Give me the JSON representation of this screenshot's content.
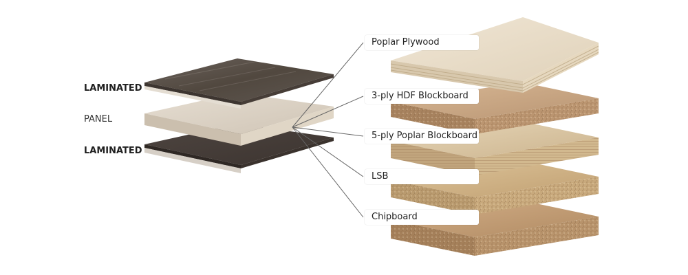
{
  "left_labels": {
    "top": "LAMINATED",
    "middle": "PANEL",
    "bottom": "LAMINATED"
  },
  "right_labels": [
    "Poplar Plywood",
    "3-ply HDF Blockboard",
    "5-ply Poplar Blockboard",
    "LSB",
    "Chipboard"
  ],
  "colors": {
    "laminate_dark": "#5a504b",
    "panel_light": "#dcd3c5",
    "plywood": "#e9ddc9",
    "hdf": "#c7a583",
    "blockboard": "#d8c4a2",
    "lsb": "#cdb184",
    "chipboard": "#c09b73",
    "leader_line": "#555555"
  }
}
